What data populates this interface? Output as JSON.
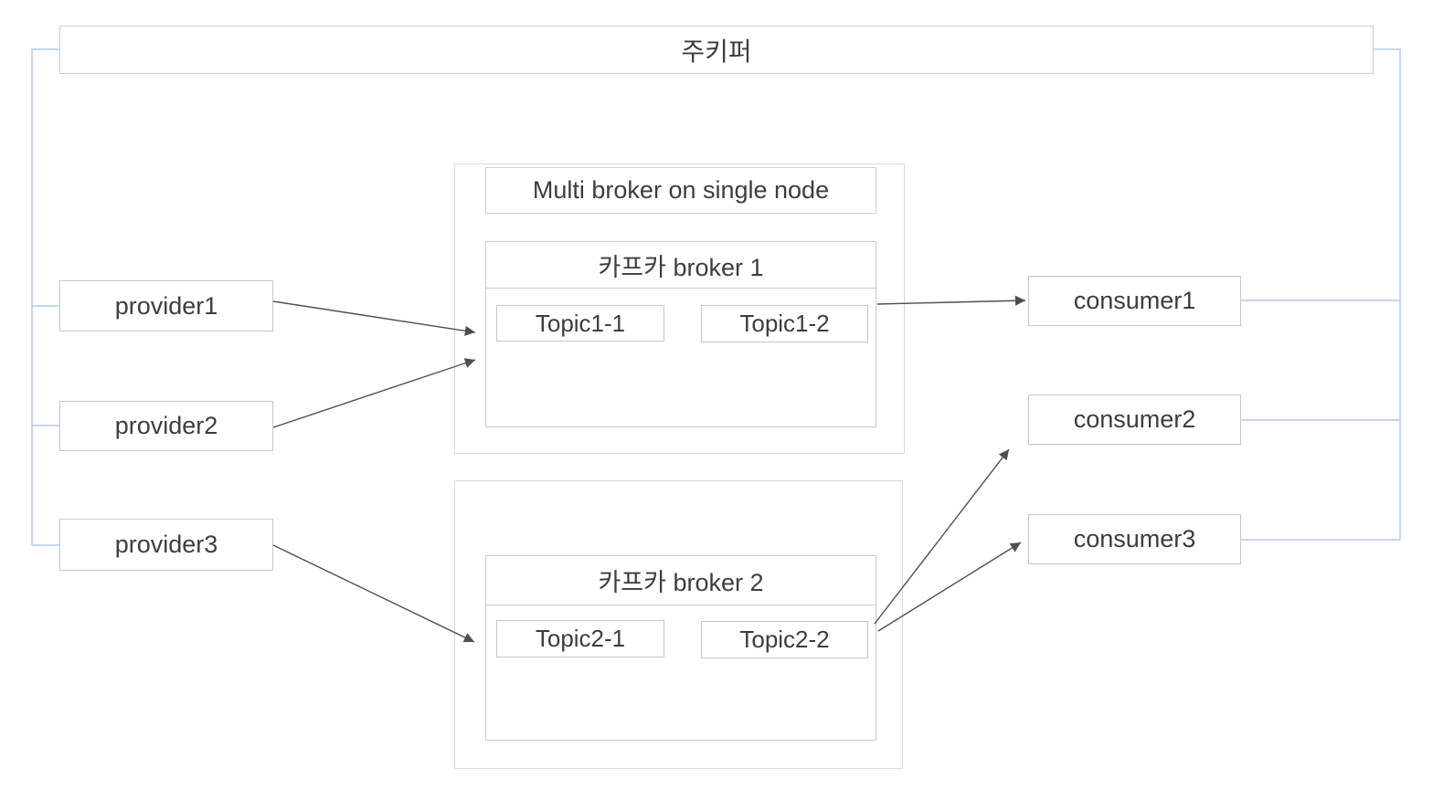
{
  "zookeeper": {
    "label": "주키퍼"
  },
  "providers": [
    {
      "label": "provider1"
    },
    {
      "label": "provider2"
    },
    {
      "label": "provider3"
    }
  ],
  "consumers": [
    {
      "label": "consumer1"
    },
    {
      "label": "consumer2"
    },
    {
      "label": "consumer3"
    }
  ],
  "cluster": {
    "title": "Multi broker on single node",
    "brokers": [
      {
        "title": "카프카 broker 1",
        "topics": [
          {
            "label": "Topic1-1"
          },
          {
            "label": "Topic1-2"
          }
        ]
      },
      {
        "title": "카프카 broker 2",
        "topics": [
          {
            "label": "Topic2-1"
          },
          {
            "label": "Topic2-2"
          }
        ]
      }
    ]
  },
  "edges": [
    {
      "from": "provider1",
      "to": "카프카 broker 1",
      "style": "arrow"
    },
    {
      "from": "provider2",
      "to": "카프카 broker 1",
      "style": "arrow"
    },
    {
      "from": "provider3",
      "to": "카프카 broker 2",
      "style": "arrow"
    },
    {
      "from": "카프카 broker 1",
      "to": "consumer1",
      "style": "arrow"
    },
    {
      "from": "Topic2-2",
      "to": "consumer2",
      "style": "arrow"
    },
    {
      "from": "Topic2-2",
      "to": "consumer3",
      "style": "arrow"
    },
    {
      "from": "주키퍼",
      "to": "provider1",
      "style": "plain-blue-rail"
    },
    {
      "from": "주키퍼",
      "to": "provider2",
      "style": "plain-blue-rail"
    },
    {
      "from": "주키퍼",
      "to": "provider3",
      "style": "plain-blue-rail"
    },
    {
      "from": "주키퍼",
      "to": "consumer1",
      "style": "plain-blue-rail"
    },
    {
      "from": "주키퍼",
      "to": "consumer2",
      "style": "plain-blue-rail"
    },
    {
      "from": "주키퍼",
      "to": "consumer3",
      "style": "plain-blue-rail"
    }
  ],
  "colors": {
    "background": "#ffffff",
    "container_border": "#d9d9d9",
    "node_border": "#c6c6c6",
    "text": "#3d3d3d",
    "arrow": "#4f4f4f",
    "zookeeper_link": "#b4cae6"
  }
}
